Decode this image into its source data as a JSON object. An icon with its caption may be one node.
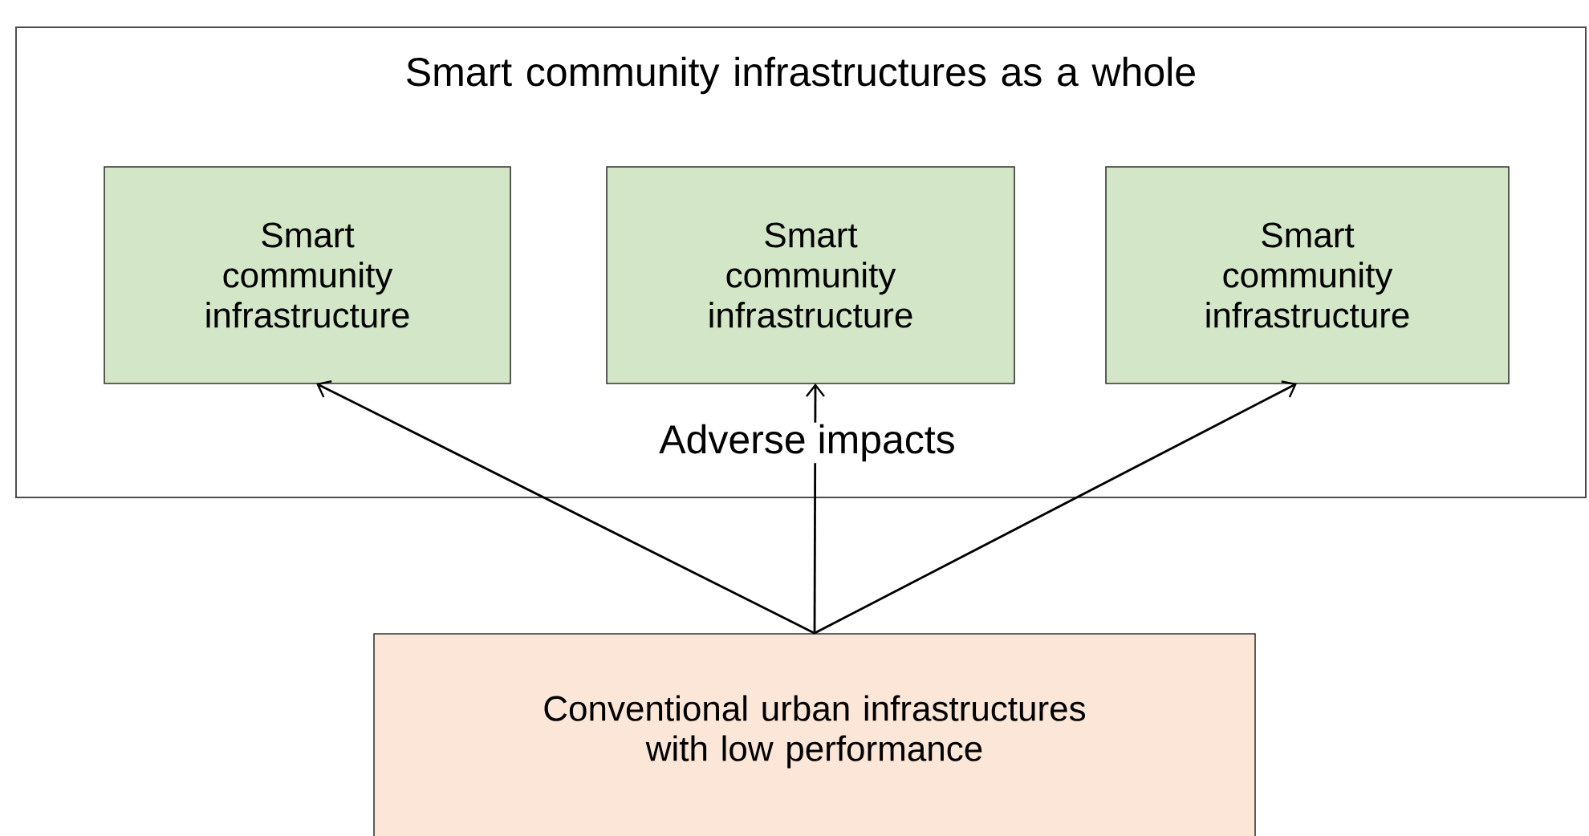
{
  "diagram": {
    "nodes": [
      {
        "text": [
          "Smart community infrastructures as a whole"
        ]
      },
      {
        "text": [
          "Smart community infrastructure"
        ],
        "in": 0
      },
      {
        "text": [
          "Smart community infrastructure"
        ],
        "in": 0
      },
      {
        "text": [
          "Smart community infrastructure"
        ],
        "in": 0
      },
      {
        "text": [
          "Conventional urban infrastructures with low performance"
        ]
      }
    ],
    "edges": [
      {
        "from": 4,
        "to": 1,
        "arrow": "to"
      },
      {
        "from": 4,
        "to": 2,
        "arrow": "to",
        "label": "Adverse impacts"
      },
      {
        "from": 4,
        "to": 3,
        "arrow": "to"
      }
    ]
  }
}
